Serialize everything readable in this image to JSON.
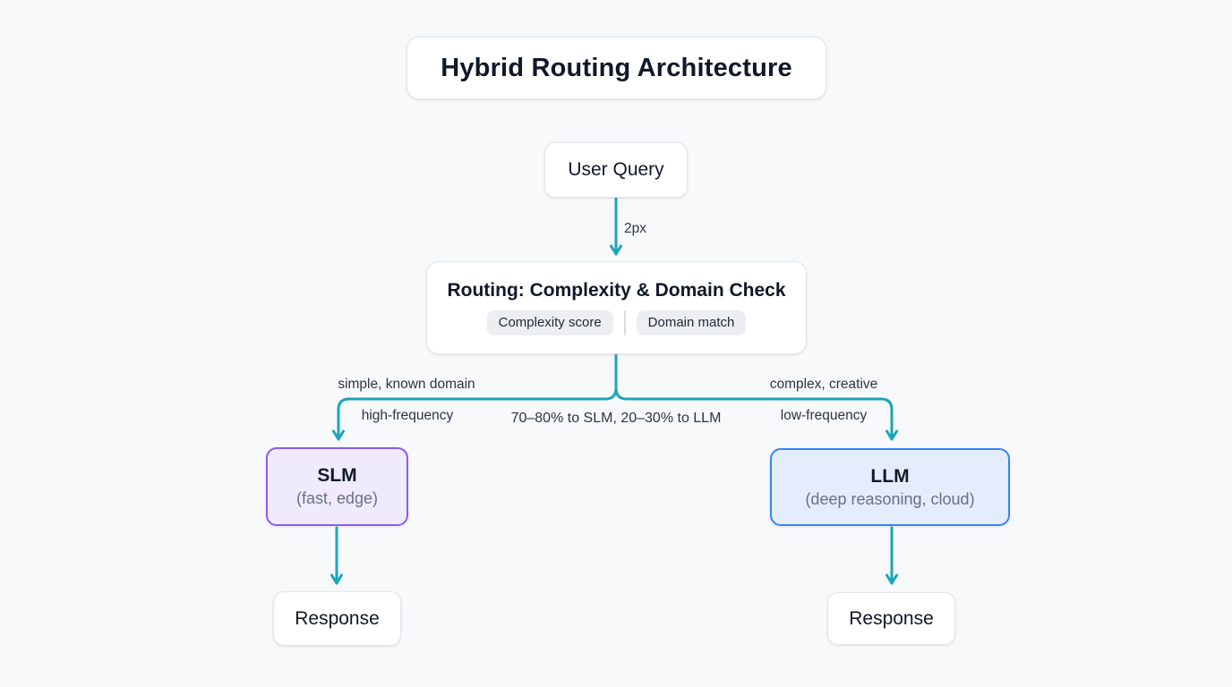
{
  "title": "Hybrid Routing Architecture",
  "colors": {
    "background": "#f7f9fa",
    "arrow": "#1da5b8",
    "node_background": "#ffffff",
    "node_border": "#e3e7ec",
    "slm_background": "#f0ebfc",
    "slm_border": "#8b5cf6",
    "llm_background": "#e3edfb",
    "llm_border": "#3b82f6",
    "badge_background": "#eceef2",
    "text_primary": "#101828",
    "text_secondary": "#667085"
  },
  "nodes": {
    "user_query": {
      "label": "User Query"
    },
    "routing": {
      "label": "Routing: Complexity & Domain Check",
      "badges": [
        "Complexity score",
        "Domain match"
      ]
    },
    "slm": {
      "label": "SLM",
      "sublabel": "(fast, edge)"
    },
    "llm": {
      "label": "LLM",
      "sublabel": "(deep reasoning, cloud)"
    },
    "response_left": {
      "label": "Response"
    },
    "response_right": {
      "label": "Response"
    }
  },
  "edge_labels": {
    "query_to_routing": "2px",
    "left_branch_top": "simple, known domain",
    "left_branch_bottom": "high-frequency",
    "right_branch_top": "complex, creative",
    "right_branch_bottom": "low-frequency",
    "split_note": "70–80% to SLM, 20–30% to LLM"
  }
}
